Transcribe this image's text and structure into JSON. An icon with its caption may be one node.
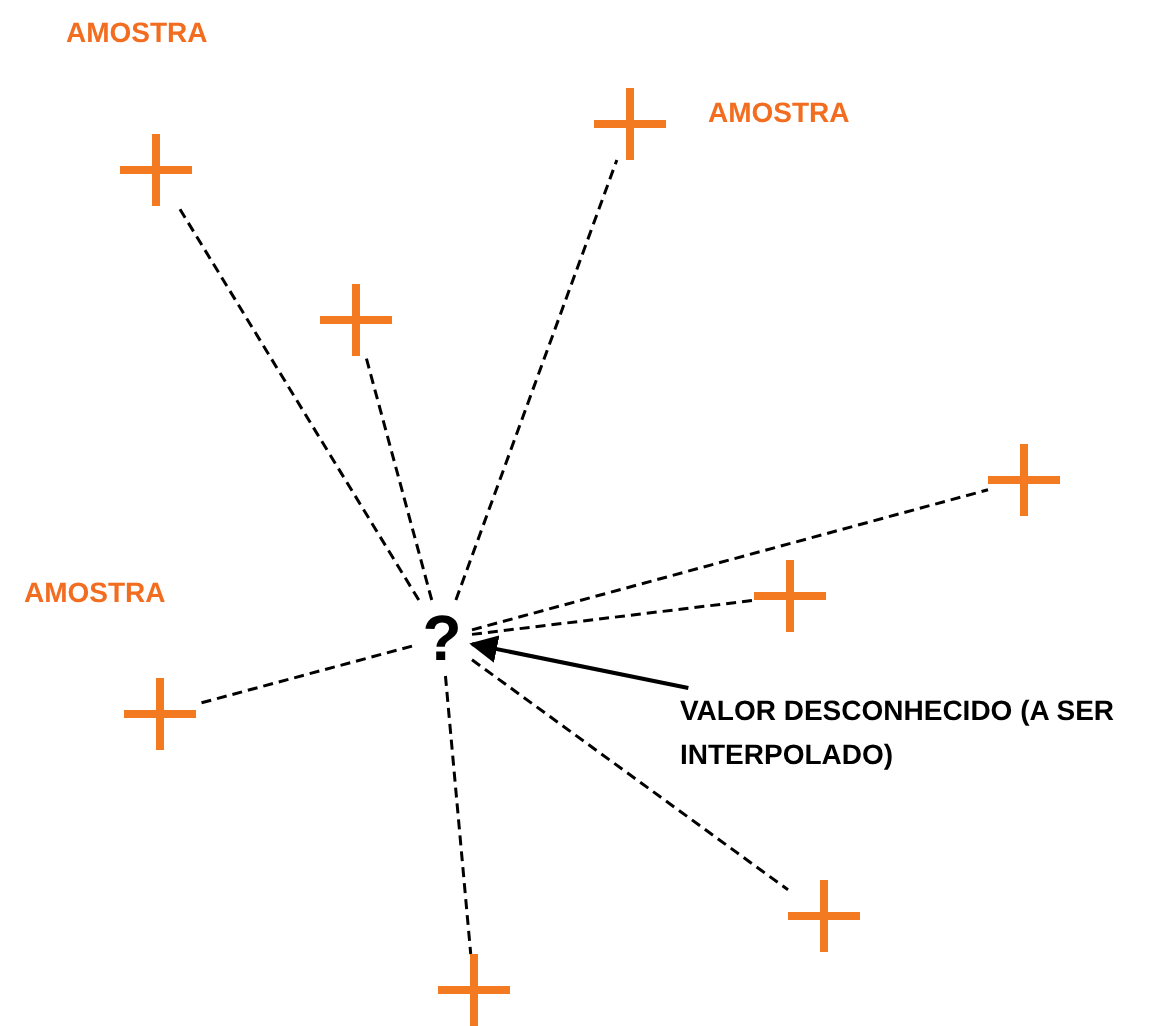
{
  "diagram": {
    "nodes": [
      {
        "text": [],
        "shape": "cross",
        "beside": [
          "AMOSTRA"
        ]
      },
      {
        "text": [],
        "shape": "cross",
        "beside": [
          "AMOSTRA"
        ]
      },
      {
        "text": [],
        "shape": "cross"
      },
      {
        "text": [],
        "shape": "cross"
      },
      {
        "text": [],
        "shape": "cross"
      },
      {
        "text": [
          "?"
        ]
      },
      {
        "text": [
          "VALOR DESCONHECIDO (A SER INTERPOLADO)"
        ]
      },
      {
        "text": [],
        "shape": "cross",
        "beside": [
          "AMOSTRA"
        ]
      },
      {
        "text": [],
        "shape": "cross"
      },
      {
        "text": [],
        "shape": "cross"
      }
    ],
    "edges": [
      {
        "from": 5,
        "to": 0,
        "arrow": "none",
        "style": "dashed"
      },
      {
        "from": 5,
        "to": 1,
        "arrow": "none",
        "style": "dashed"
      },
      {
        "from": 5,
        "to": 2,
        "arrow": "none",
        "style": "dashed"
      },
      {
        "from": 5,
        "to": 3,
        "arrow": "none",
        "style": "dashed"
      },
      {
        "from": 5,
        "to": 4,
        "arrow": "none",
        "style": "dashed"
      },
      {
        "from": 5,
        "to": 7,
        "arrow": "none",
        "style": "dashed"
      },
      {
        "from": 5,
        "to": 8,
        "arrow": "none",
        "style": "dashed"
      },
      {
        "from": 5,
        "to": 9,
        "arrow": "none",
        "style": "dashed"
      },
      {
        "from": 6,
        "to": 5,
        "arrow": "to"
      }
    ]
  }
}
